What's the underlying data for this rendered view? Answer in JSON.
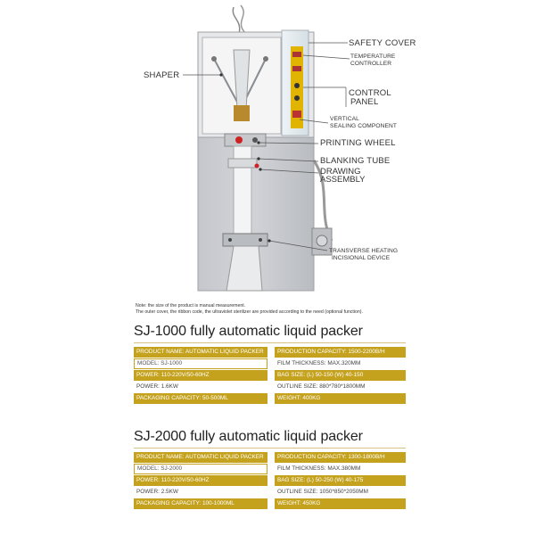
{
  "callouts": {
    "safety_cover": "SAFETY COVER",
    "temperature_controller_line1": "TEMPERATURE",
    "temperature_controller_line2": "CONTROLLER",
    "shaper": "SHAPER",
    "control_panel_line1": "CONTROL",
    "control_panel_line2": "PANEL",
    "vertical_sealing_line1": "VERTICAL",
    "vertical_sealing_line2": "SEALING COMPONENT",
    "printing_wheel": "PRINTING WHEEL",
    "blanking_tube": "BLANKING TUBE",
    "drawing_assembly_line1": "DRAWING",
    "drawing_assembly_line2": "ASSEMBLY",
    "transverse_heating_line1": "TRANSVERSE HEATING",
    "transverse_heating_line2": "INCISIONAL DEVICE"
  },
  "notes": {
    "line1": "Note: the size of the product is manual measurement.",
    "line2": "The outer cover, the ribbon code, the ultraviolet sterilizer are provided according to the need (optional function)."
  },
  "sj1000": {
    "title": "SJ-1000 fully automatic liquid packer",
    "name": "PRODUCT NAME: AUTOMATIC LIQUID PACKER",
    "model": "MODEL: SJ-1000",
    "power_supply": "POWER: 110-220V/50-60HZ",
    "power": "POWER: 1.6KW",
    "packaging_capacity": "PACKAGING CAPACITY: 50-500ML",
    "production_capacity": "PRODUCTION CAPACITY: 1500-2200B/H",
    "film_thickness": "FILM THICKNESS: MAX.320MM",
    "bag_size": "BAG SIZE: (L) 50-150 (W) 40-150",
    "outline_size": "OUTLINE SIZE: 880*780*1800MM",
    "weight": "WEIGHT: 400KG"
  },
  "sj2000": {
    "title": "SJ-2000 fully automatic liquid packer",
    "name": "PRODUCT NAME: AUTOMATIC LIQUID PACKER",
    "model": "MODEL: SJ-2000",
    "power_supply": "POWER: 110-220V/50-60HZ",
    "power": "POWER: 2.5KW",
    "packaging_capacity": "PACKAGING CAPACITY: 100-1000ML",
    "production_capacity": "PRODUCTION CAPACITY: 1300-1800B/H",
    "film_thickness": "FILM THICKNESS: MAX.380MM",
    "bag_size": "BAG SIZE: (L) 50-250 (W) 40-175",
    "outline_size": "OUTLINE SIZE: 1050*850*2050MM",
    "weight": "WEIGHT: 450KG"
  },
  "colors": {
    "gold": "#c4a21e",
    "steel": "#c9cbd0",
    "panel_yellow": "#e0b400"
  }
}
